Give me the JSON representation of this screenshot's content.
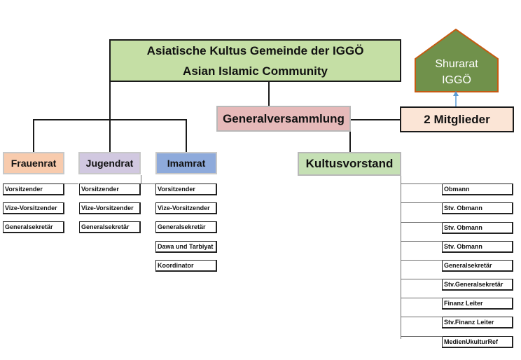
{
  "header": {
    "title_line1": "Asiatische Kultus Gemeinde der IGGÖ",
    "title_line2": "Asian Islamic Community"
  },
  "generalversammlung": {
    "label": "Generalversammlung"
  },
  "mitglieder": {
    "label": "2 Mitglieder"
  },
  "shurarat": {
    "line1": "Shurarat",
    "line2": "IGGÖ",
    "fill": "#70914b",
    "border": "#c55a11",
    "arrow": "#5b9bd5"
  },
  "committees": [
    {
      "label": "Frauenrat",
      "fill": "#f8cbad",
      "roles": [
        "Vorsitzender",
        "Vize-Vorsitzender",
        "Generalsekretär"
      ]
    },
    {
      "label": "Jugendrat",
      "fill": "#d1c8e0",
      "roles": [
        "Vorsitzender",
        "Vize-Vorsitzender",
        "Generalsekretär"
      ]
    },
    {
      "label": "Imamrat",
      "fill": "#8eaadb",
      "roles": [
        "Vorsitzender",
        "Vize-Vorsitzender",
        "Generalsekretär",
        "Dawa und Tarbiyat",
        "Koordinator"
      ]
    }
  ],
  "kultusvorstand": {
    "label": "Kultusvorstand",
    "fill": "#c5e0b4",
    "roles": [
      "Obmann",
      "Stv. Obmann",
      "Stv. Obmann",
      "Stv. Obmann",
      "Generalsekretär",
      "Stv.Generalsekretär",
      "Finanz Leiter",
      "Stv.Finanz Leiter",
      "MedienUkulturRef"
    ]
  }
}
